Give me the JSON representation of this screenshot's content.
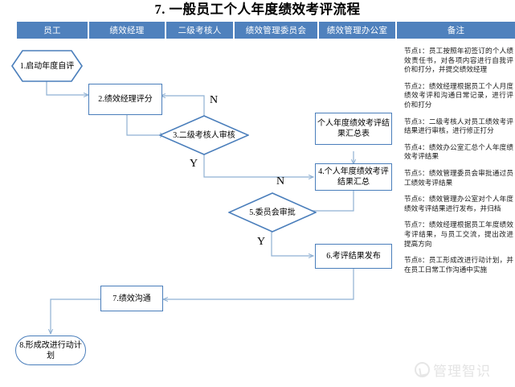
{
  "title": "7. 一般员工个人年度绩效考评流程",
  "table_header": {
    "columns": [
      {
        "label": "员工",
        "width": 90
      },
      {
        "label": "绩效经理",
        "width": 96
      },
      {
        "label": "二级考核人",
        "width": 85
      },
      {
        "label": "绩效管理委员会",
        "width": 105
      },
      {
        "label": "绩效管理办公室",
        "width": 97
      },
      {
        "label": "备注",
        "width": 147
      }
    ]
  },
  "nodes": {
    "n1": "1.启动年度自评",
    "n2": "2.绩效经理评分",
    "n3": "3.二级考核人审核",
    "doc1": "个人年度绩效考评结果汇总表",
    "n4": "4.个人年度绩效考评结果汇总",
    "n5": "5.委员会审批",
    "n6": "6.考评结果发布",
    "n7": "7.绩效沟通",
    "n8": "8.形成改进行动计划"
  },
  "branch_labels": {
    "n3_no": "N",
    "n3_yes": "Y",
    "n5_no": "N",
    "n5_yes": "Y"
  },
  "remarks": [
    "节点1：员工按照年初签订的个人绩效责任书，对各项内容进行自我评价和打分，并提交绩效经理",
    "节点2：绩效经理根据员工个人月度绩效考评和沟通日常记录，进行评价和打分",
    "节点3：二级考核人对员工绩效考评结果进行审核，进行修正打分",
    "节点4：绩效办公室汇总个人年度绩效考评结果",
    "节点5：绩效管理委员会审批通过员工绩效考评结果",
    "节点6：绩效管理办公室对个人年度绩效考评结果进行发布，并归档",
    "节点7：绩效经理根据员工年度绩效考评结果，与员工交流，提出改进提高方向",
    "节点8：员工形成改进行动计划，并在员工日常工作沟通中实施"
  ],
  "watermark": {
    "text": "管理智识",
    "logo": "circle-hook-logo"
  },
  "colors": {
    "header_blue": "#4f81bd",
    "shape_border": "#4a7ebb",
    "connector": "#8fb0d3",
    "text": "#000000"
  }
}
